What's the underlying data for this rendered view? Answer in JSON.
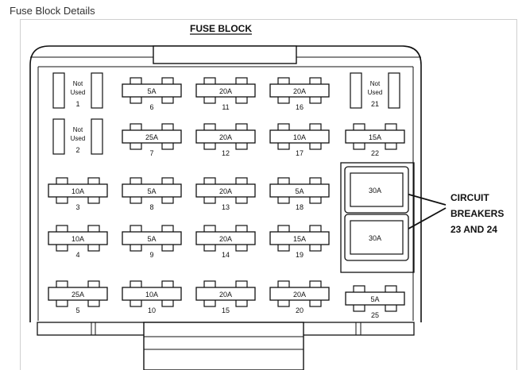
{
  "page": {
    "heading": "Fuse Block Details"
  },
  "diagram": {
    "title": "FUSE BLOCK",
    "callout": [
      "CIRCUIT",
      "BREAKERS",
      "23 AND 24"
    ],
    "positions": [
      {
        "number": "1",
        "rating": "Not Used"
      },
      {
        "number": "2",
        "rating": "Not Used"
      },
      {
        "number": "3",
        "rating": "10A"
      },
      {
        "number": "4",
        "rating": "10A"
      },
      {
        "number": "5",
        "rating": "25A"
      },
      {
        "number": "6",
        "rating": "5A"
      },
      {
        "number": "7",
        "rating": "25A"
      },
      {
        "number": "8",
        "rating": "5A"
      },
      {
        "number": "9",
        "rating": "5A"
      },
      {
        "number": "10",
        "rating": "10A"
      },
      {
        "number": "11",
        "rating": "20A"
      },
      {
        "number": "12",
        "rating": "20A"
      },
      {
        "number": "13",
        "rating": "20A"
      },
      {
        "number": "14",
        "rating": "20A"
      },
      {
        "number": "15",
        "rating": "20A"
      },
      {
        "number": "16",
        "rating": "20A"
      },
      {
        "number": "17",
        "rating": "10A"
      },
      {
        "number": "18",
        "rating": "5A"
      },
      {
        "number": "19",
        "rating": "15A"
      },
      {
        "number": "20",
        "rating": "20A"
      },
      {
        "number": "21",
        "rating": "Not Used"
      },
      {
        "number": "22",
        "rating": "15A"
      },
      {
        "number": "23",
        "rating": "30A"
      },
      {
        "number": "24",
        "rating": "30A"
      },
      {
        "number": "25",
        "rating": "5A"
      }
    ]
  }
}
